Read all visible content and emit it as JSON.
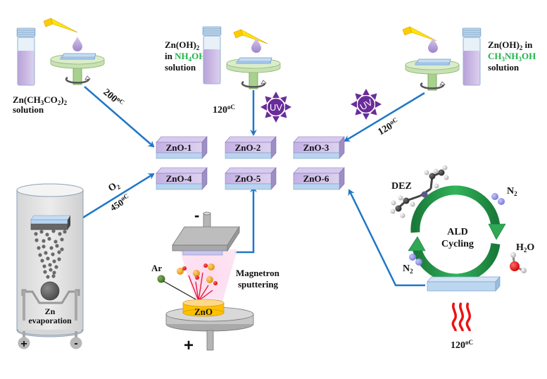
{
  "colors": {
    "arrow": "#1f77c8",
    "sample_top": "#c9b8e6",
    "sample_bottom": "#b7d4ee",
    "uv": "#6a2c9a",
    "ald_arrow": "#1f9a4a",
    "solvent_text": "#22b34a",
    "heat": "#ee1111"
  },
  "solutions": [
    {
      "name": "Zn(CH3CO2)2",
      "line1_main": "Zn(CH",
      "line1_sub1": "3",
      "line1_mid": "CO",
      "line1_sub2": "2",
      "line1_end": ")",
      "line1_sub3": "2",
      "line2": "solution",
      "temperature": "200",
      "temp_unit": "oC"
    },
    {
      "line1_main": "Zn(OH)",
      "line1_sub": "2",
      "line2_prefix": "in ",
      "line2_solvent": "NH",
      "line2_solvent_sub": "4",
      "line2_solvent_end": "OH",
      "line3": "solution",
      "temperature": "120",
      "temp_unit": "oC",
      "uv": "UV"
    },
    {
      "line1_main": "Zn(OH)",
      "line1_sub": "2",
      "line1_end": " in",
      "line2_solvent_a": "CH",
      "line2_sub_a": "3",
      "line2_solvent_b": "NH",
      "line2_sub_b": "3",
      "line2_solvent_c": "OH",
      "line3": "solution",
      "temperature": "120",
      "temp_unit": "oC",
      "uv": "UV"
    }
  ],
  "samples": [
    "ZnO-1",
    "ZnO-2",
    "ZnO-3",
    "ZnO-4",
    "ZnO-5",
    "ZnO-6"
  ],
  "evaporation": {
    "gas": "O",
    "gas_sub": "2",
    "temperature": "450",
    "temp_unit": "oC",
    "label1": "Zn",
    "label2": "evaporation",
    "plus": "+",
    "minus": "-"
  },
  "sputtering": {
    "gas": "Ar",
    "target": "ZnO",
    "label1": "Magnetron",
    "label2": "sputtering",
    "top_polarity": "-",
    "bottom_polarity": "+"
  },
  "ald": {
    "precursor": "DEZ",
    "purge_a": "N",
    "purge_a_sub": "2",
    "purge_b": "N",
    "purge_b_sub": "2",
    "oxidant": "H",
    "oxidant_sub": "2",
    "oxidant_end": "O",
    "label1": "ALD",
    "label2": "Cycling",
    "temperature": "120",
    "temp_unit": "oC"
  }
}
